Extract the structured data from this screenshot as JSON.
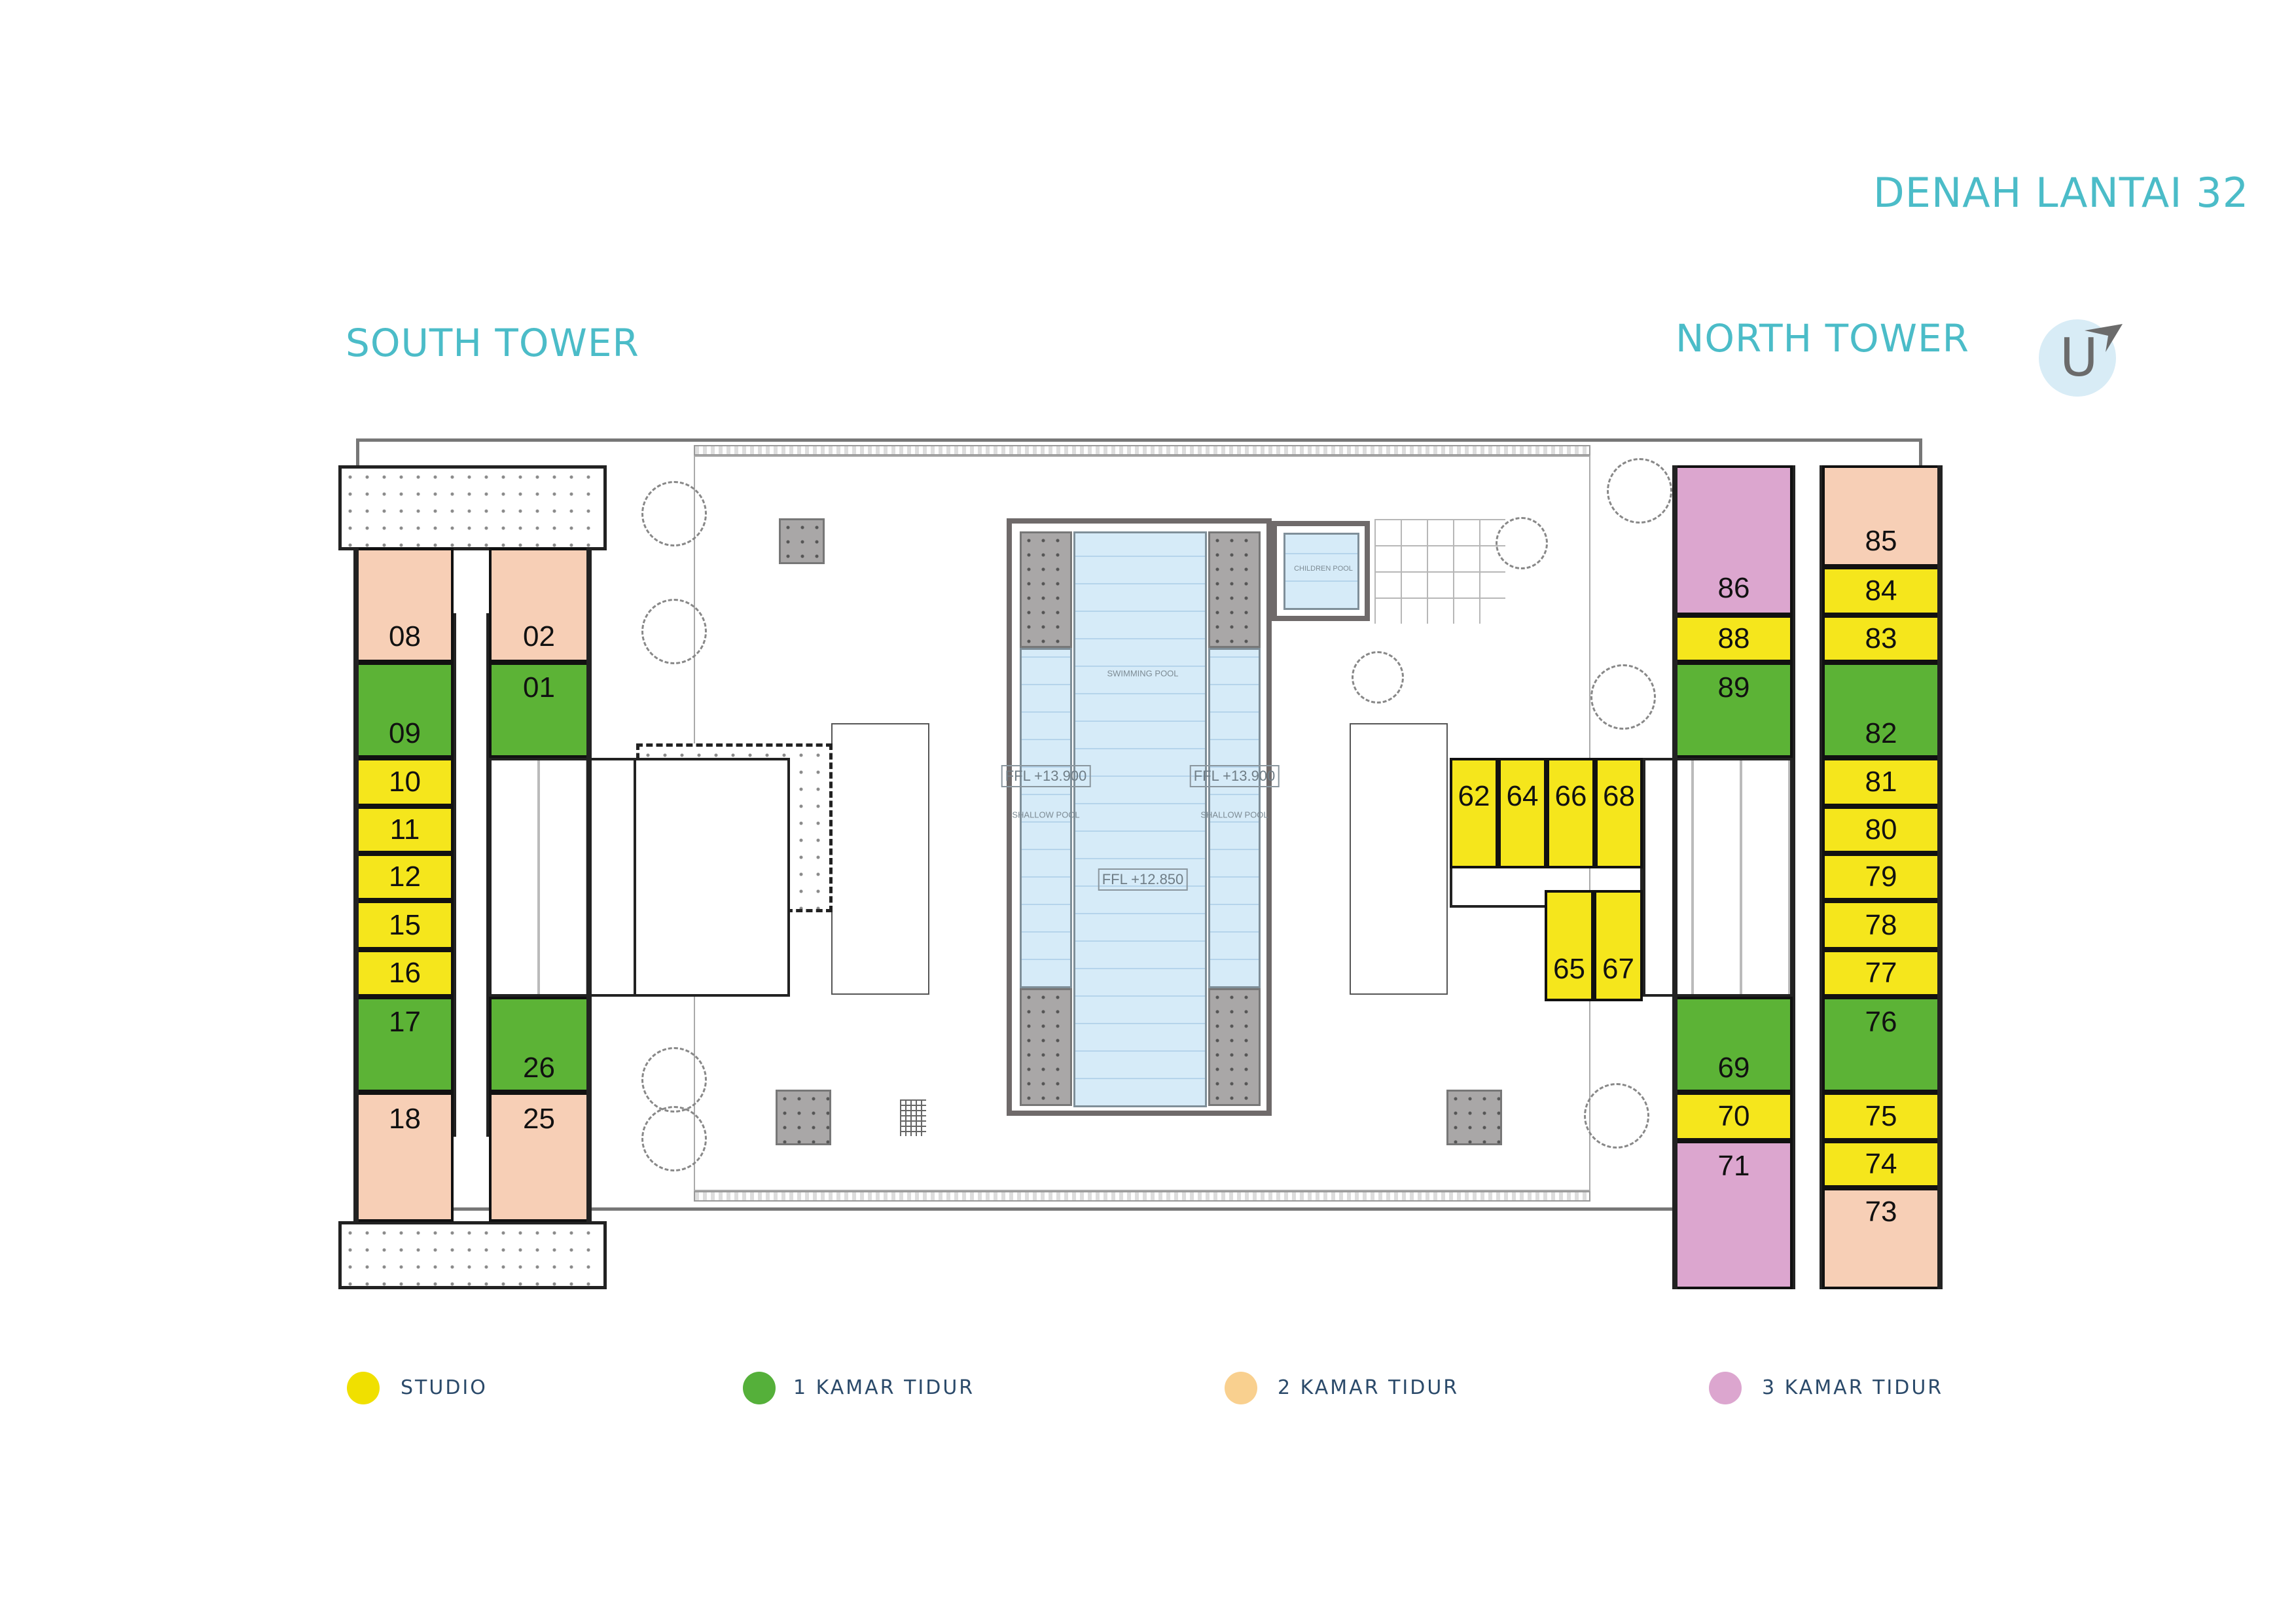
{
  "header": {
    "title": "DENAH LANTAI 32"
  },
  "towers": {
    "south": "SOUTH TOWER",
    "north": "NORTH TOWER"
  },
  "compass": {
    "letter": "U",
    "icon": "north-arrow-icon"
  },
  "colors": {
    "studio": "#f5e61c",
    "one_bedroom": "#5cb336",
    "two_bedroom": "#f7cfb6",
    "three_bedroom": "#dca6cf",
    "title": "#4bbcc8"
  },
  "pool": {
    "swimming": "SWIMMING POOL",
    "shallow_left": "SHALLOW POOL",
    "shallow_right": "SHALLOW POOL",
    "children": "CHILDREN POOL",
    "ffl_left": "FFL +13.900",
    "ffl_right": "FFL +13.900",
    "ffl_main": "FFL +12.850"
  },
  "south_units": [
    "08",
    "02",
    "09",
    "01",
    "10",
    "11",
    "12",
    "15",
    "16",
    "17",
    "26",
    "18",
    "25"
  ],
  "north_units": [
    "86",
    "85",
    "88",
    "84",
    "83",
    "89",
    "82",
    "81",
    "80",
    "79",
    "78",
    "77",
    "69",
    "76",
    "70",
    "75",
    "71",
    "74",
    "73"
  ],
  "north_center_units": [
    "62",
    "64",
    "66",
    "68",
    "65",
    "67"
  ],
  "legend": [
    {
      "label": "STUDIO",
      "color": "#f0e000"
    },
    {
      "label": "1 KAMAR TIDUR",
      "color": "#55b03a"
    },
    {
      "label": "2 KAMAR TIDUR",
      "color": "#f9d08f"
    },
    {
      "label": "3 KAMAR TIDUR",
      "color": "#dca6cf"
    }
  ]
}
